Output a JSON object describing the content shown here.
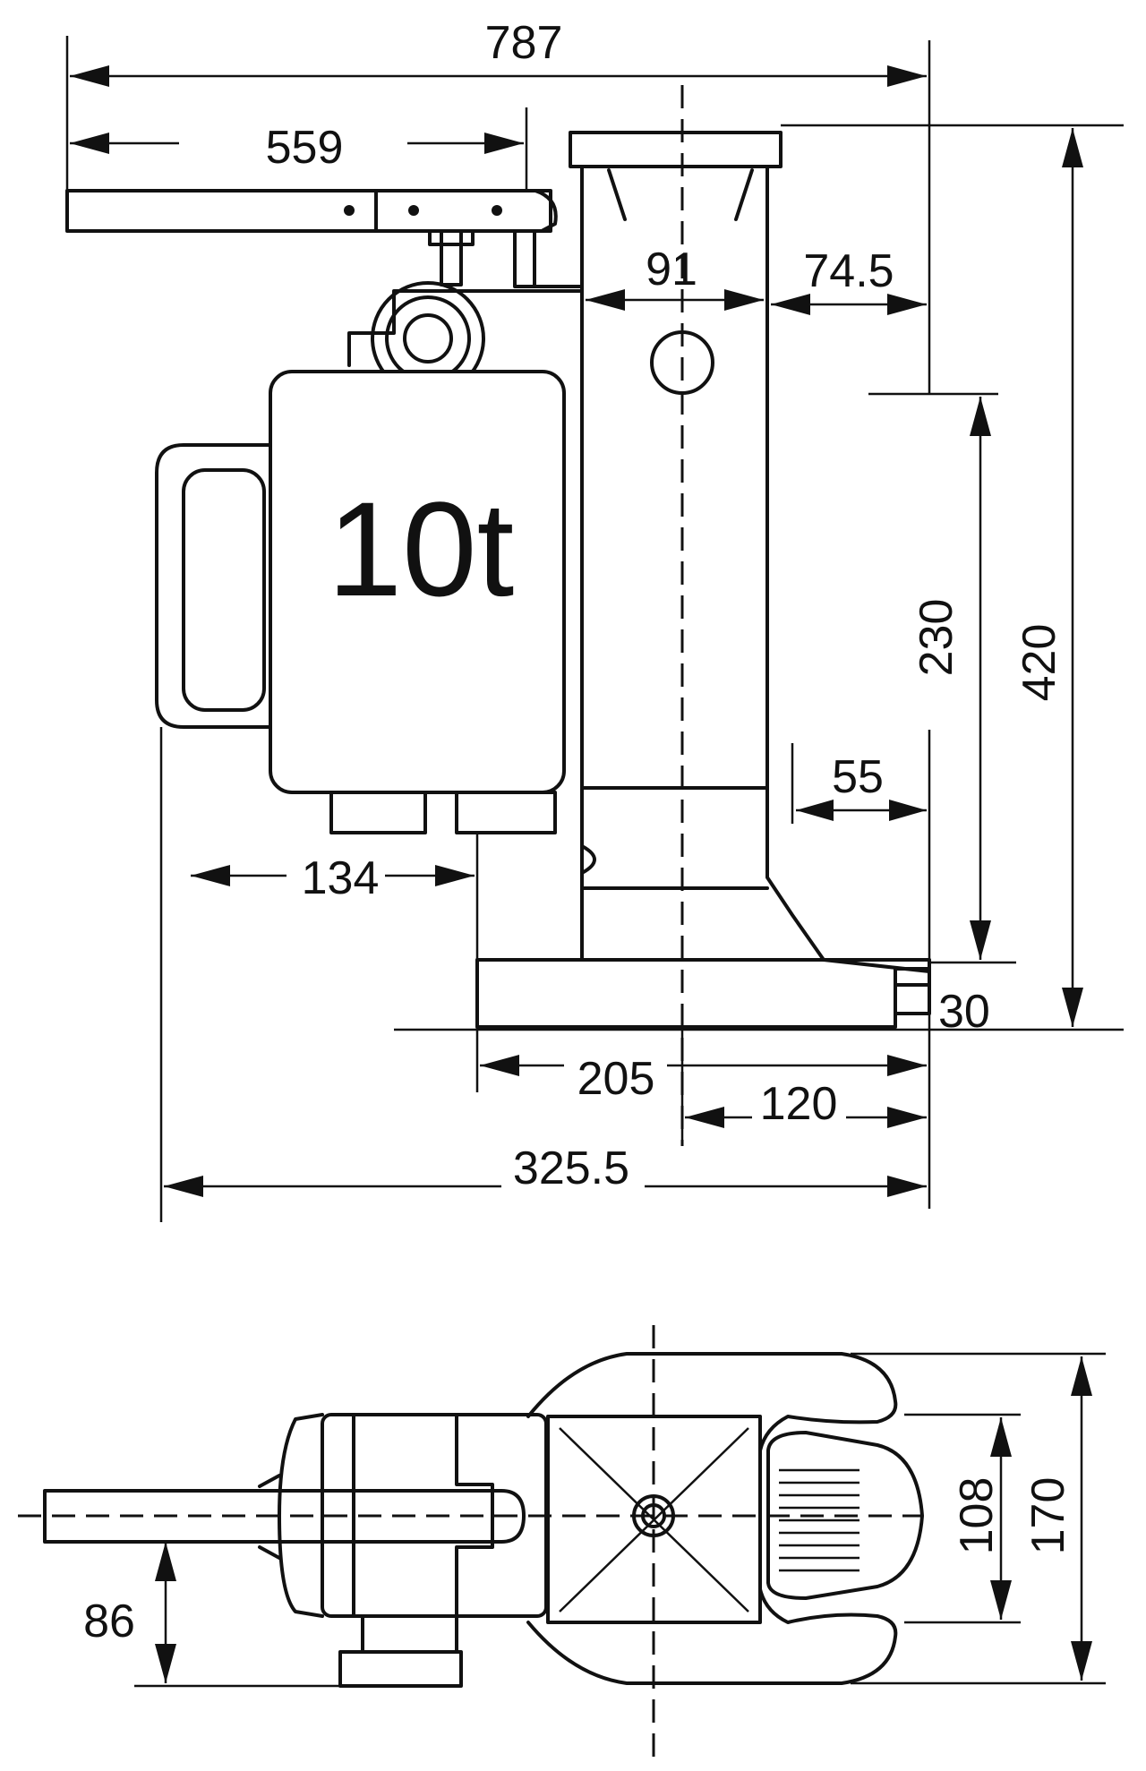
{
  "drawing": {
    "capacity_label": "10t",
    "side_view": {
      "overall_length": "787",
      "handle_length": "559",
      "column_width": "91",
      "front_offset": "74.5",
      "total_height": "420",
      "stroke": "230",
      "toe_length": "55",
      "toe_height": "30",
      "body_offset": "134",
      "base_length": "205",
      "toe_to_axis": "120",
      "overall_depth": "325.5"
    },
    "top_view": {
      "handle_offset": "86",
      "inner_width": "108",
      "overall_width": "170"
    }
  }
}
